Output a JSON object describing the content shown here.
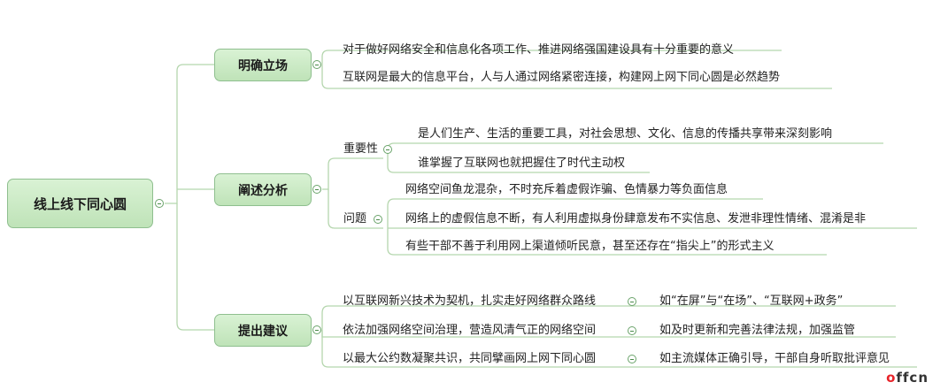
{
  "root": "线上线下同心圆",
  "branches": [
    {
      "label": "明确立场",
      "items": [
        "对于做好网络安全和信息化各项工作、推进网络强国建设具有十分重要的意义",
        "互联网是最大的信息平台，人与人通过网络紧密连接，构建网上网下同心圆是必然趋势"
      ]
    },
    {
      "label": "阐述分析",
      "groups": [
        {
          "label": "重要性",
          "items": [
            "是人们生产、生活的重要工具，对社会思想、文化、信息的传播共享带来深刻影响",
            "谁掌握了互联网也就把握住了时代主动权"
          ]
        },
        {
          "label": "问题",
          "items": [
            "网络空间鱼龙混杂，不时充斥着虚假诈骗、色情暴力等负面信息",
            "网络上的虚假信息不断，有人利用虚拟身份肆意发布不实信息、发泄非理性情绪、混淆是非",
            "有些干部不善于利用网上渠道倾听民意，甚至还存在“指尖上”的形式主义"
          ]
        }
      ]
    },
    {
      "label": "提出建议",
      "pairs": [
        {
          "text": "以互联网新兴技术为契机，扎实走好网络群众路线",
          "sub": "如“在屏”与“在场”、“互联网+政务”"
        },
        {
          "text": "依法加强网络空间治理，营造风清气正的网络空间",
          "sub": "如及时更新和完善法律法规，加强监管"
        },
        {
          "text": "以最大公约数凝聚共识，共同擘画网上网下同心圆",
          "sub": "如主流媒体正确引导，干部自身听取批评意见"
        }
      ]
    }
  ],
  "watermark": {
    "prefix": "o",
    "brand": "ffcn"
  }
}
